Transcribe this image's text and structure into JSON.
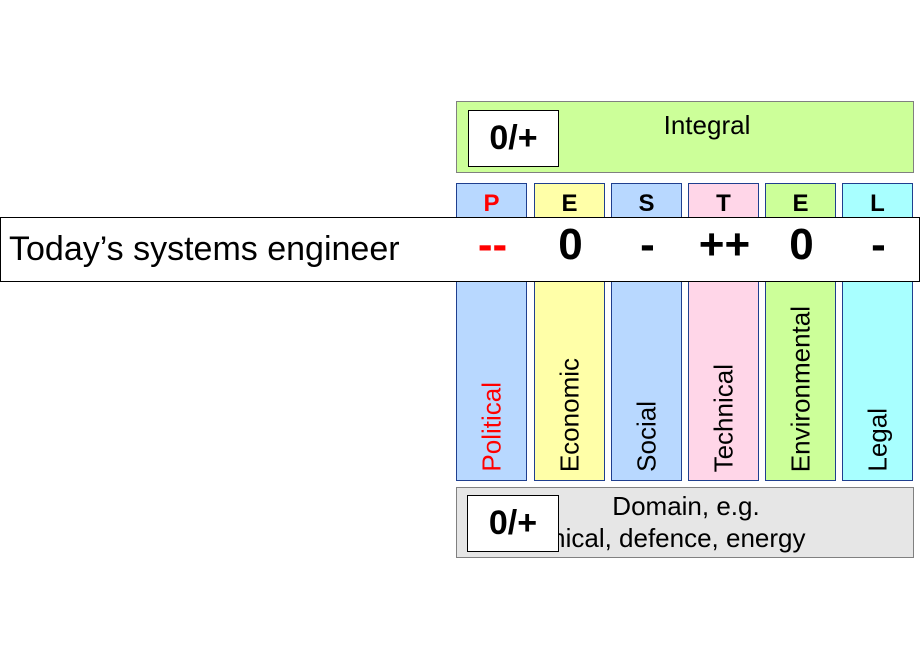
{
  "integral": {
    "title": "Integral",
    "score": "0/+"
  },
  "domain": {
    "line1": "Domain, e.g.",
    "line2": "chemical, defence, energy",
    "score": "0/+"
  },
  "columns": [
    {
      "letter": "P",
      "label": "Political",
      "bg": "#b8d8ff",
      "text_color": "#ff0000"
    },
    {
      "letter": "E",
      "label": "Economic",
      "bg": "#ffffa8",
      "text_color": "#000000"
    },
    {
      "letter": "S",
      "label": "Social",
      "bg": "#b8d8ff",
      "text_color": "#000000"
    },
    {
      "letter": "T",
      "label": "Technical",
      "bg": "#ffd6e8",
      "text_color": "#000000"
    },
    {
      "letter": "E",
      "label": "Environmental",
      "bg": "#ccff99",
      "text_color": "#000000"
    },
    {
      "letter": "L",
      "label": "Legal",
      "bg": "#a8ffff",
      "text_color": "#000000"
    }
  ],
  "banner": {
    "name": "Today’s systems engineer",
    "scores": [
      {
        "value": "--",
        "color": "#ff0000"
      },
      {
        "value": "0",
        "color": "#000000"
      },
      {
        "value": "-",
        "color": "#000000"
      },
      {
        "value": "++",
        "color": "#000000"
      },
      {
        "value": "0",
        "color": "#000000"
      },
      {
        "value": "-",
        "color": "#000000"
      }
    ]
  }
}
